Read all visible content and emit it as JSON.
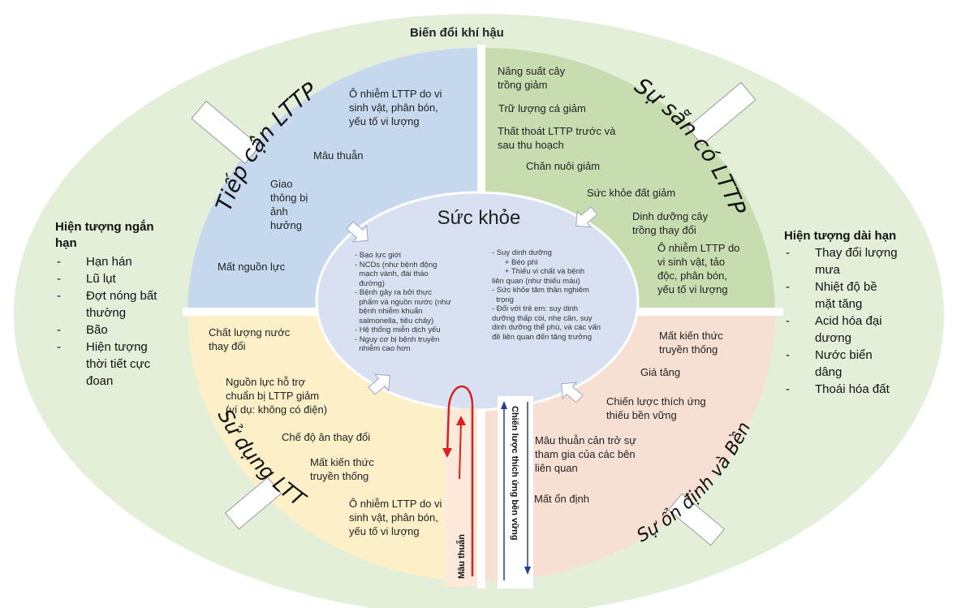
{
  "title": "Biến đổi khí hậu",
  "center": {
    "title": "Sức khỏe",
    "left_items": "- Bạo lực giới\n- NCDs (như bệnh động\n  mạch vành, đái tháo\n  đường)\n- Bệnh gây ra bởi thực\n  phẩm và nguồn nước (như\n  bệnh nhiễm khuẩn\n  salmonella, tiêu chảy)\n- Hệ thống miễn dịch yếu\n- Nguy cơ bị bệnh truyền\n  nhiễm cao hơn",
    "right_items": "- Suy dinh dưỡng\n      + Béo phì\n      + Thiếu vi chất và bệnh\nliên quan (như thiếu máu)\n- Sức khỏe tâm thần nghiêm\n  trọng\n- Đối với trẻ em: suy dinh\ndưỡng thấp còi, nhẹ cân, suy\ndinh dưỡng thể phù, và các vấn\nđề liên quan đến tăng trưởng"
  },
  "quadrants": {
    "top_left": {
      "title": "Tiếp cận LTTP",
      "items": [
        "Ô nhiễm LTTP do vi\nsinh vật, phân bón,\nyếu tố vi lượng",
        "Mâu thuẫn",
        "Giao\nthông bị\nảnh\nhưởng",
        "Mất nguồn lực"
      ]
    },
    "top_right": {
      "title": "Sự sẵn có LTTP",
      "items": [
        "Năng suất cây\ntrồng giảm",
        "Trữ lượng cá giảm",
        "Thất thoát LTTP trước và\nsau thu hoạch",
        "Chăn nuôi giảm",
        "Sức khỏe đất giảm",
        "Dinh dưỡng cây\ntrồng thay đổi",
        "Ô nhiễm LTTP do\nvi sinh vật, tảo\nđộc, phân bón,\nyếu tố vi lượng"
      ]
    },
    "bottom_left": {
      "title": "Sử dụng LTTP",
      "items": [
        "Chất lượng nước\nthay đổi",
        "Nguồn lực hỗ trợ\nchuẩn bị LTTP giảm\n(ví dụ: không có điện)",
        "Chế độ ăn thay đổi",
        "Mất kiến thức\ntruyền thống",
        "Ô nhiễm LTTP do vi\nsinh vật, phân bón,\nyếu tố vi lượng"
      ]
    },
    "bottom_right": {
      "title": "Sự ổn định và Bền vững",
      "items": [
        "Mất kiến thức\ntruyền thống",
        "Giá tăng",
        "Chiến lược thích ứng\nthiếu bền vững",
        "Mâu thuẫn cản trở sự\ntham gia của các bên\nliên quan",
        "Mất ổn định"
      ]
    }
  },
  "left_panel": {
    "title": "Hiện tượng ngắn\nhạn",
    "items": [
      "Hạn hán",
      "Lũ lụt",
      "Đợt nóng bất\nthường",
      "Bão",
      "Hiện tượng\nthời tiết cực\nđoan"
    ]
  },
  "right_panel": {
    "title": "Hiện tượng dài hạn",
    "items": [
      "Thay đổi lượng\nmưa",
      "Nhiệt độ bề\nmặt tăng",
      "Acid hóa đại\ndương",
      "Nước biển\ndâng",
      "Thoái hóa đất"
    ]
  },
  "vertical_labels": {
    "conflict": "Mâu thuẫn",
    "strategy": "Chiến lược thích ứng bền vững"
  },
  "colors": {
    "outer": "#e3efd9",
    "top_left": "#c6d8ee",
    "top_right": "#c7ddb0",
    "bottom_left": "#fdefc7",
    "bottom_right": "#f7e0d3",
    "center": "#d8e1f1",
    "loop": "#dd1f1f",
    "arrow_blue": "#1f3f8f"
  }
}
